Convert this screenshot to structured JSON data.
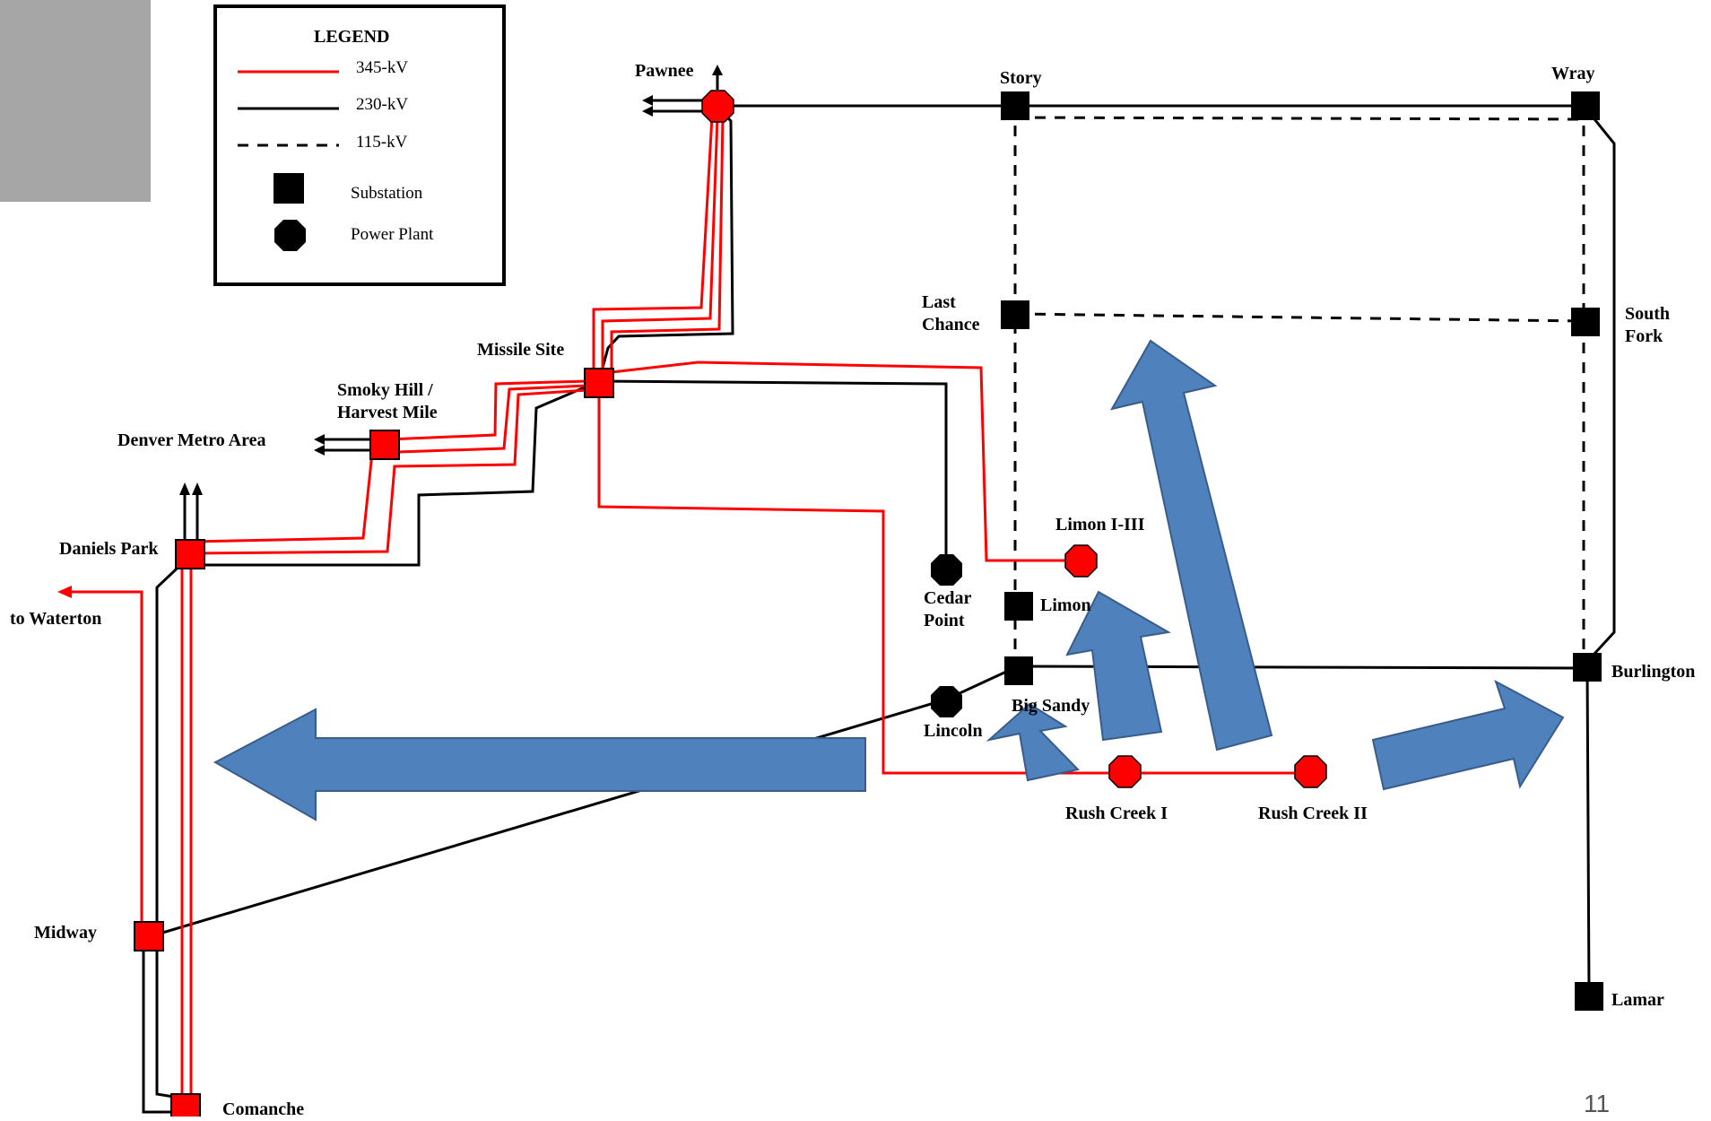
{
  "legend": {
    "title": "LEGEND",
    "line_345": "345-kV",
    "line_230": "230-kV",
    "line_115": "115-kV",
    "substation": "Substation",
    "power_plant": "Power Plant"
  },
  "nodes": {
    "pawnee": "Pawnee",
    "story": "Story",
    "wray": "Wray",
    "last_chance_1": "Last",
    "last_chance_2": "Chance",
    "south_fork_1": "South",
    "south_fork_2": "Fork",
    "missile_site": "Missile Site",
    "smoky_hill_1": "Smoky Hill /",
    "smoky_hill_2": "Harvest Mile",
    "denver": "Denver Metro Area",
    "daniels_park": "Daniels Park",
    "to_waterton": "to Waterton",
    "limon_1_3": "Limon I-III",
    "cedar_point_1": "Cedar",
    "cedar_point_2": "Point",
    "limon": "Limon",
    "burlington": "Burlington",
    "big_sandy": "Big Sandy",
    "lincoln": "Lincoln",
    "rush_creek_1": "Rush Creek I",
    "rush_creek_2": "Rush Creek II",
    "midway": "Midway",
    "lamar": "Lamar",
    "comanche": "Comanche"
  },
  "colors": {
    "line_345": "#ff0000",
    "line_230": "#000000",
    "arrow_fill": "#4f81bd",
    "arrow_stroke": "#385d8a",
    "thumbnail": "#a6a6a6"
  },
  "slide_number": "11"
}
